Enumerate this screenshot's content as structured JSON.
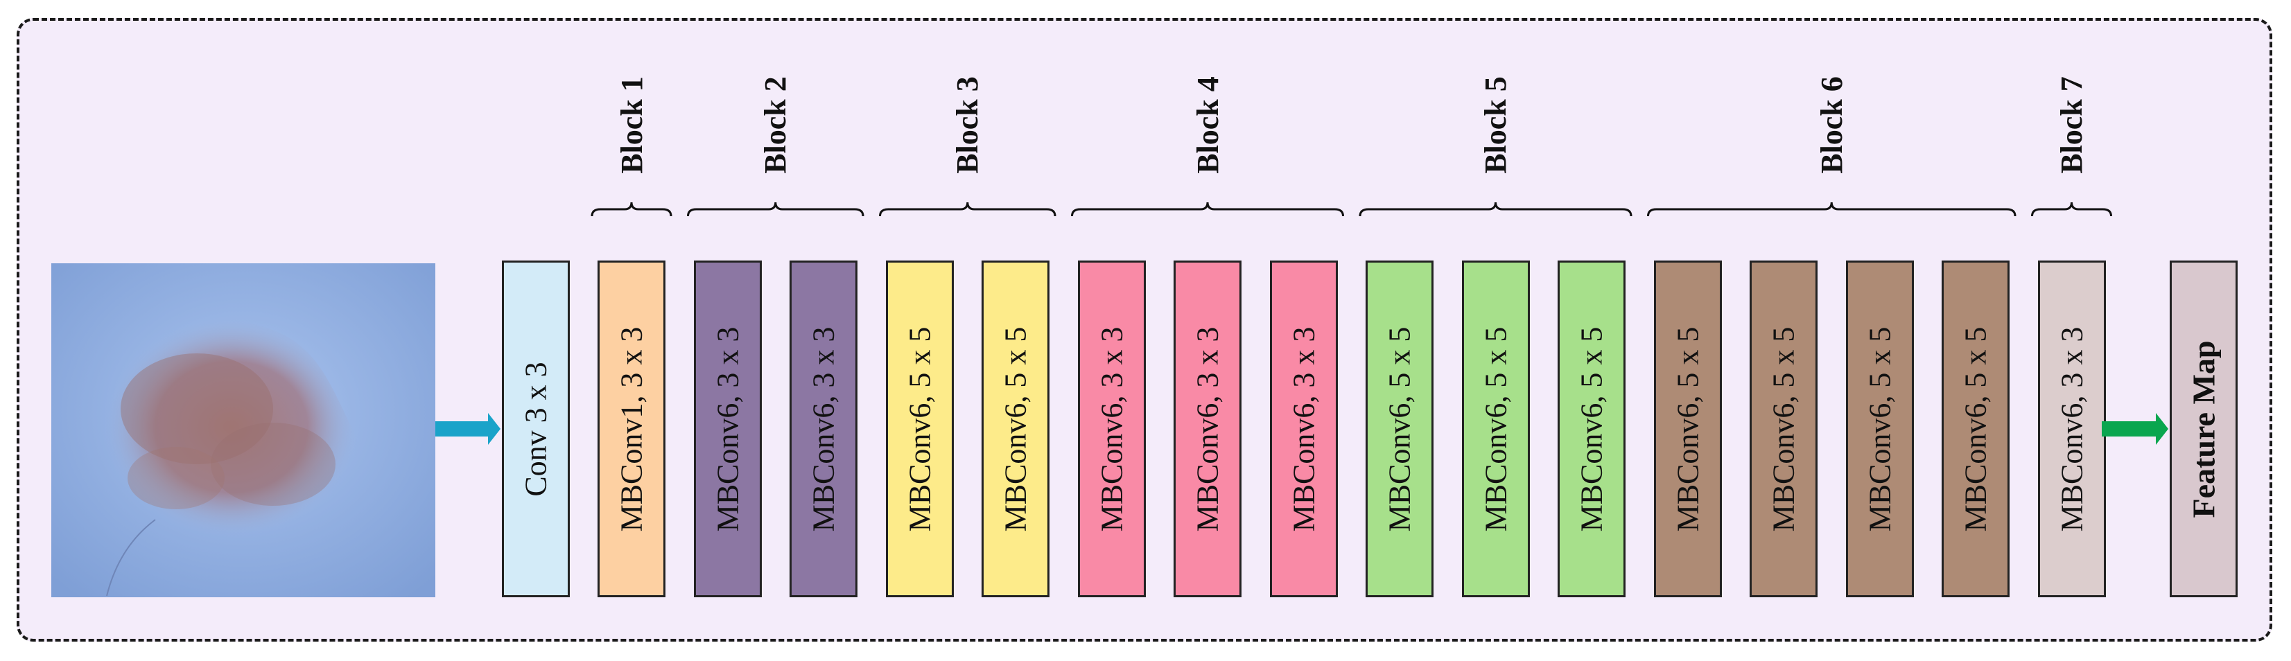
{
  "stem": {
    "label": "Conv 3 x 3",
    "color": "#d3ebf8"
  },
  "blocks": [
    {
      "label": "MBConv1, 3 x 3",
      "color": "#fdd0a2"
    },
    {
      "label": "MBConv6, 3 x 3",
      "color": "#8c77a3"
    },
    {
      "label": "MBConv6, 3 x 3",
      "color": "#8c77a3"
    },
    {
      "label": "MBConv6, 5 x 5",
      "color": "#fdeb8a"
    },
    {
      "label": "MBConv6, 5 x 5",
      "color": "#fdeb8a"
    },
    {
      "label": "MBConv6, 3 x 3",
      "color": "#f98aa6"
    },
    {
      "label": "MBConv6, 3 x 3",
      "color": "#f98aa6"
    },
    {
      "label": "MBConv6, 3 x 3",
      "color": "#f98aa6"
    },
    {
      "label": "MBConv6, 5 x 5",
      "color": "#a7e08b"
    },
    {
      "label": "MBConv6, 5 x 5",
      "color": "#a7e08b"
    },
    {
      "label": "MBConv6, 5 x 5",
      "color": "#a7e08b"
    },
    {
      "label": "MBConv6, 5 x 5",
      "color": "#ae8b75"
    },
    {
      "label": "MBConv6, 5 x 5",
      "color": "#ae8b75"
    },
    {
      "label": "MBConv6, 5 x 5",
      "color": "#ae8b75"
    },
    {
      "label": "MBConv6, 5 x 5",
      "color": "#ae8b75"
    },
    {
      "label": "MBConv6, 3 x 3",
      "color": "#dccdcd"
    }
  ],
  "feature": {
    "label": "Feature Map",
    "color": "#d9c8ce"
  },
  "groups": [
    {
      "label": "Block 1"
    },
    {
      "label": "Block 2"
    },
    {
      "label": "Block 3"
    },
    {
      "label": "Block 4"
    },
    {
      "label": "Block 5"
    },
    {
      "label": "Block 6"
    },
    {
      "label": "Block 7"
    }
  ],
  "colors": {
    "input_arrow": "#1aa3c9",
    "output_arrow": "#0aa64f",
    "background": "#f4ecfa"
  }
}
